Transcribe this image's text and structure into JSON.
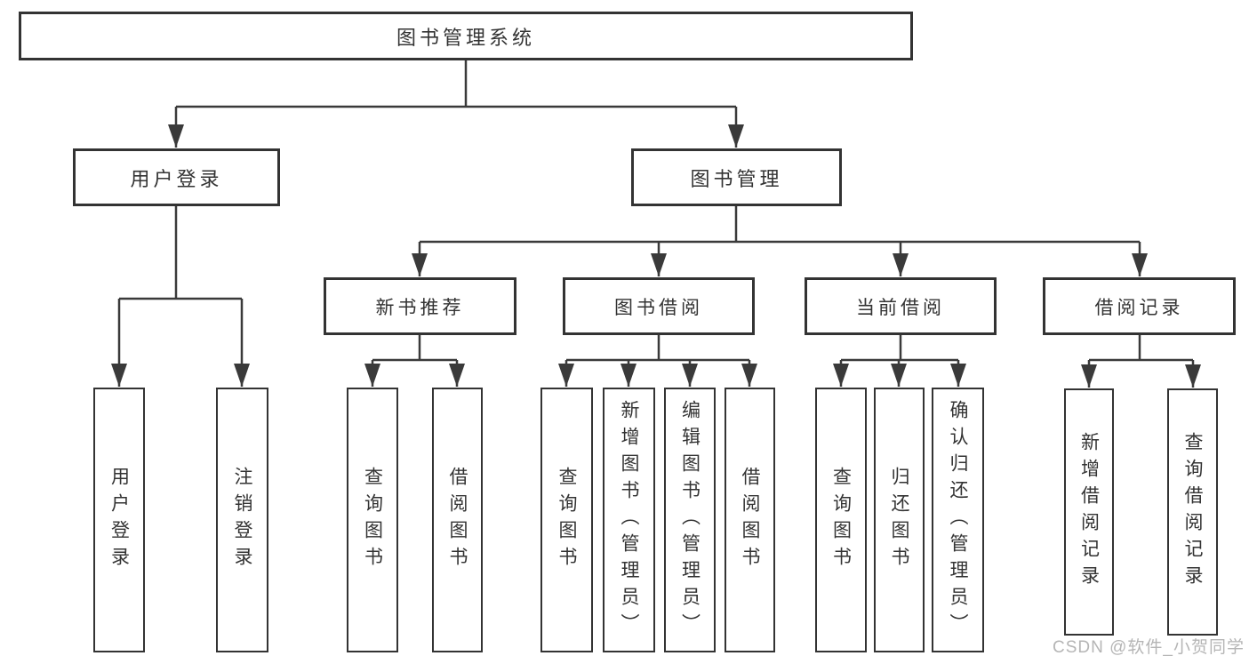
{
  "diagram": {
    "root": "图书管理系统",
    "level2": [
      "用户登录",
      "图书管理"
    ],
    "level3": [
      "新书推荐",
      "图书借阅",
      "当前借阅",
      "借阅记录"
    ],
    "leaves": {
      "userLogin": [
        "用户登录",
        "注销登录"
      ],
      "newBook": [
        "查询图书",
        "借阅图书"
      ],
      "bookBorrow": [
        "查询图书",
        "新增图书（管理员）",
        "编辑图书（管理员）",
        "借阅图书"
      ],
      "currentBorrow": [
        "查询图书",
        "归还图书",
        "确认归还（管理员）"
      ],
      "borrowRecord": [
        "新增借阅记录",
        "查询借阅记录"
      ]
    }
  },
  "watermark": "CSDN @软件_小贺同学",
  "colors": {
    "line": "#3a3a3a",
    "border": "#333333",
    "text": "#333333",
    "watermark": "#b5b5b5",
    "background": "#ffffff"
  }
}
